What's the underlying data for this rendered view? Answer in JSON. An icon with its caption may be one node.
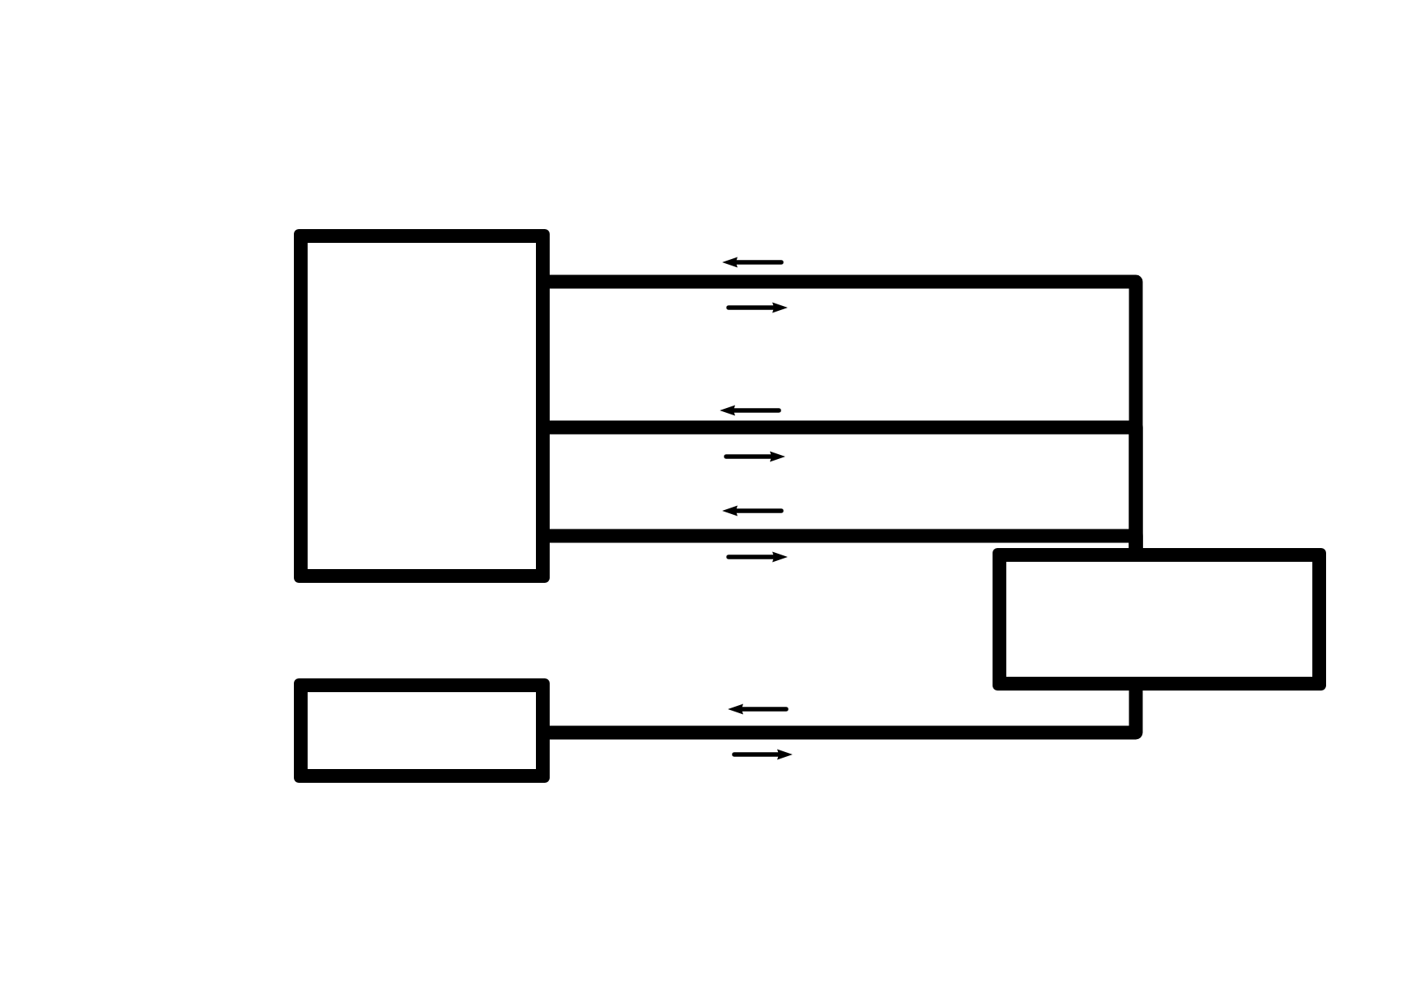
{
  "diagram": {
    "nodes": [
      {
        "text": [],
        "shape": "box"
      },
      {
        "text": [],
        "shape": "box"
      },
      {
        "text": [],
        "shape": "box"
      }
    ],
    "edges": [
      {
        "from": 0,
        "to": 1,
        "arrow": "none"
      },
      {
        "from": 0,
        "to": 1,
        "arrow": "none"
      },
      {
        "from": 0,
        "to": 1,
        "arrow": "none"
      },
      {
        "from": 1,
        "to": 2,
        "arrow": "none"
      }
    ]
  }
}
